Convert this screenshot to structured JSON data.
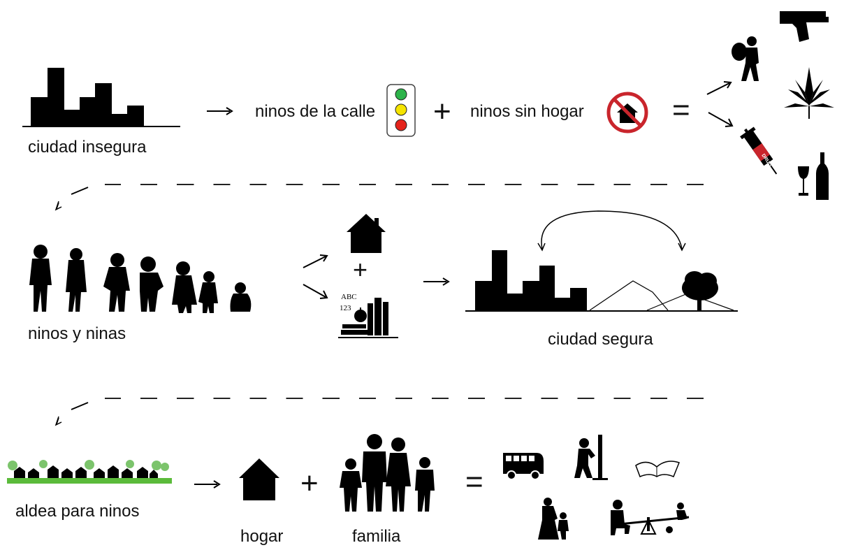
{
  "row1": {
    "city_label": "ciudad insegura",
    "street_label": "ninos de la calle",
    "plus": "+",
    "homeless_label": "ninos sin hogar",
    "equals": "=",
    "drug_word": "DRUG"
  },
  "row2": {
    "children_label": "ninos y ninas",
    "plus": "+",
    "abc": "ABC",
    "nums": "123",
    "safe_city_label": "ciudad segura"
  },
  "row3": {
    "village_label": "aldea para ninos",
    "plus": "+",
    "equals": "=",
    "home_label": "hogar",
    "family_label": "familia"
  },
  "colors": {
    "ink": "#000000",
    "traffic_green": "#2db34a",
    "traffic_yellow": "#f5e400",
    "traffic_red": "#e5231b",
    "prohibit_red": "#c9252c",
    "grass": "#5bbb3b",
    "tree_green": "#7cc46c"
  },
  "icons": [
    "skyline-icon",
    "arrow-right-icon",
    "traffic-light-icon",
    "no-home-icon",
    "thief-icon",
    "gun-icon",
    "cannabis-leaf-icon",
    "syringe-icon",
    "wine-icon",
    "children-silhouettes-icon",
    "house-icon",
    "books-icon",
    "city-nature-icon",
    "village-icon",
    "family-icon",
    "bus-icon",
    "painter-icon",
    "open-book-icon",
    "mother-child-icon",
    "seesaw-icon"
  ]
}
